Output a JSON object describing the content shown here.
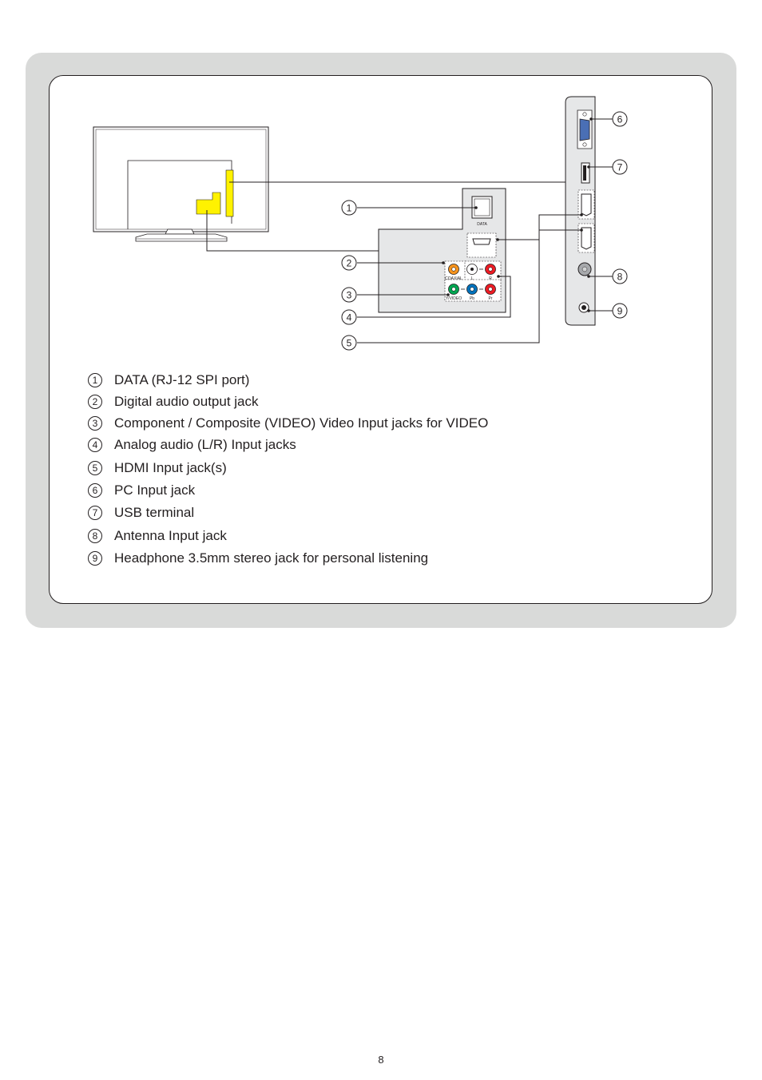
{
  "colors": {
    "panel_background": "#d9dad9",
    "highlight_yellow": "#fff200",
    "coaxial_orange": "#f7941d",
    "audio_red": "#ed1c24",
    "video_green": "#00a651",
    "pb_blue": "#0072bc"
  },
  "diagram": {
    "jack_labels": {
      "data": "DATA",
      "coaxial": "COAXIAL",
      "audio_l": "L",
      "audio_r": "R",
      "y_video": "Y/VIDEO",
      "pb": "Pb",
      "pr": "Pr"
    },
    "callout_numbers": [
      "1",
      "2",
      "3",
      "4",
      "5",
      "6",
      "7",
      "8",
      "9"
    ]
  },
  "legend": {
    "items": [
      {
        "number": "1",
        "label": "DATA (RJ-12 SPI port)"
      },
      {
        "number": "2",
        "label": "Digital audio output jack"
      },
      {
        "number": "3",
        "label": "Component / Composite (VIDEO) Video Input jacks for VIDEO"
      },
      {
        "number": "4",
        "label": "Analog audio (L/R) Input jacks"
      },
      {
        "number": "5",
        "label": "HDMI Input jack(s)"
      },
      {
        "number": "6",
        "label": "PC Input jack"
      },
      {
        "number": "7",
        "label": "USB terminal"
      },
      {
        "number": "8",
        "label": "Antenna Input jack"
      },
      {
        "number": "9",
        "label": "Headphone 3.5mm stereo jack for personal listening"
      }
    ]
  },
  "footer": {
    "page_number": "8"
  }
}
